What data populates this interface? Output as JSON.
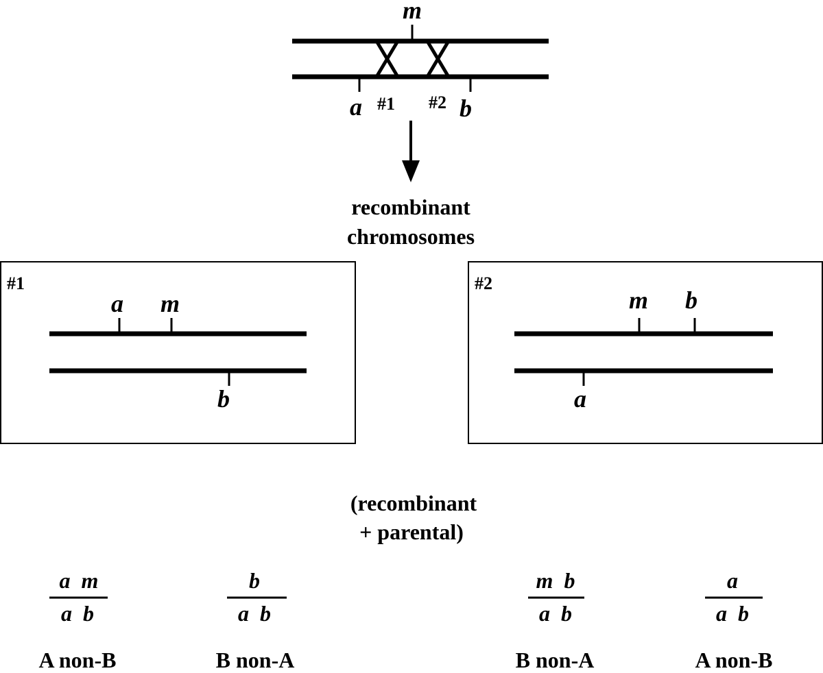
{
  "top": {
    "marker_top": "m",
    "marker_a": "a",
    "marker_b": "b",
    "crossover_1": "#1",
    "crossover_2": "#2"
  },
  "arrow_caption": {
    "line1": "recombinant",
    "line2": "chromosomes"
  },
  "panels": [
    {
      "label": "#1",
      "upper_markers": [
        "a",
        "m"
      ],
      "lower_markers": [
        "b"
      ]
    },
    {
      "label": "#2",
      "upper_markers": [
        "m",
        "b"
      ],
      "lower_markers": [
        "a"
      ]
    }
  ],
  "note": {
    "line1": "(recombinant",
    "line2": "+ parental)"
  },
  "genotypes": [
    {
      "top": "a  m",
      "bottom": "a  b",
      "phenotype": "A non-B"
    },
    {
      "top": "b",
      "bottom": "a  b",
      "phenotype": "B non-A"
    },
    {
      "top": "m  b",
      "bottom": "a  b",
      "phenotype": "B non-A"
    },
    {
      "top": "a",
      "bottom": "a  b",
      "phenotype": "A non-B"
    }
  ]
}
